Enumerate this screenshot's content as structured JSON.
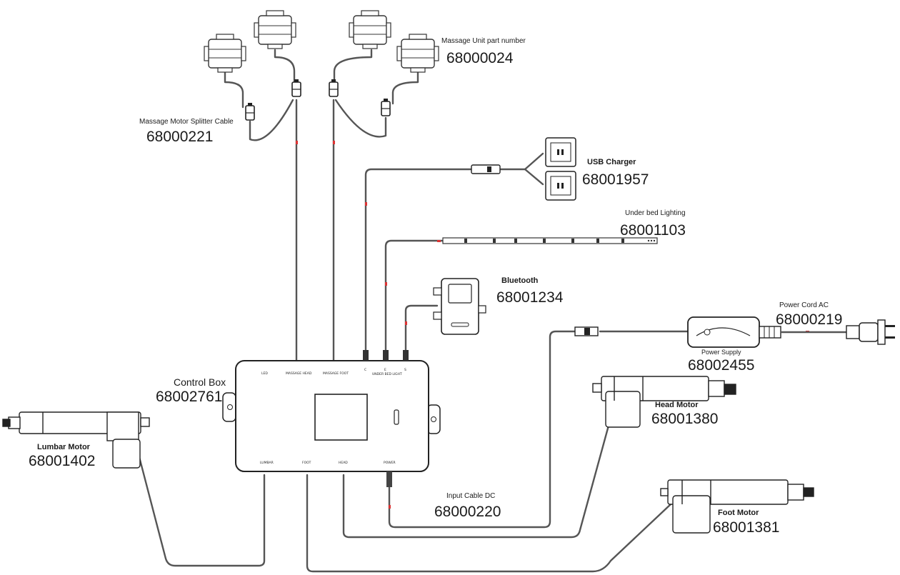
{
  "labels": {
    "massage_unit": {
      "title": "Massage Unit part number",
      "part": "68000024"
    },
    "massage_splitter": {
      "title": "Massage Motor Splitter Cable",
      "part": "68000221"
    },
    "usb_charger": {
      "title": "USB Charger",
      "part": "68001957"
    },
    "under_bed_lighting": {
      "title": "Under bed Lighting",
      "part": "68001103"
    },
    "bluetooth": {
      "title": "Bluetooth",
      "part": "68001234"
    },
    "power_cord": {
      "title": "Power Cord  AC",
      "part": "68000219"
    },
    "power_supply": {
      "title": "Power Supply",
      "part": "68002455"
    },
    "control_box": {
      "title": "Control Box",
      "part": "68002761"
    },
    "head_motor": {
      "title": "Head Motor",
      "part": "68001380"
    },
    "lumbar_motor": {
      "title": "Lumbar Motor",
      "part": "68001402"
    },
    "input_cable": {
      "title": "Input Cable  DC",
      "part": "68000220"
    },
    "foot_motor": {
      "title": "Foot Motor",
      "part": "68001381"
    }
  },
  "ports": {
    "top_1": "LED",
    "top_2": "MASSAGE HEAD",
    "top_3": "MASSAGE FOOT",
    "top_4": "C",
    "top_5": "E",
    "top_6": "S",
    "top_7": "UNDER BED LIGHT",
    "bottom_1": "LUMBAR",
    "bottom_2": "FOOT",
    "bottom_3": "HEAD",
    "bottom_4": "POWER"
  }
}
